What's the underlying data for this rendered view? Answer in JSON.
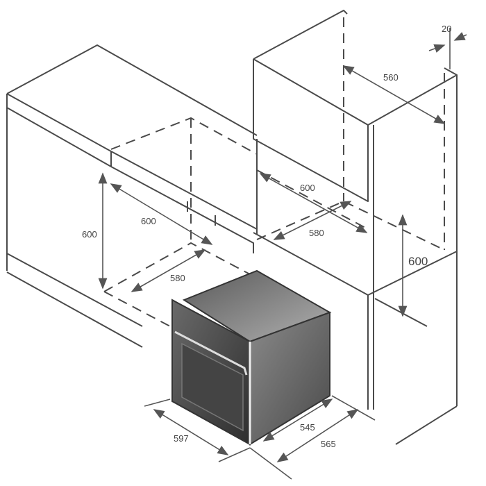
{
  "diagram": {
    "dimensions": {
      "wall_gap": "20",
      "upper_niche_width": "560",
      "left_niche_depth": "600",
      "left_niche_height": "600",
      "left_niche_width": "580",
      "right_niche_depth": "600",
      "right_niche_width": "580",
      "right_niche_height": "600",
      "oven_width": "597",
      "oven_depth_body": "545",
      "oven_depth_total": "565"
    },
    "colors": {
      "line": "#4a4a4a",
      "oven_dark": "#3d3d3d",
      "oven_light": "#c8c8c8"
    }
  }
}
